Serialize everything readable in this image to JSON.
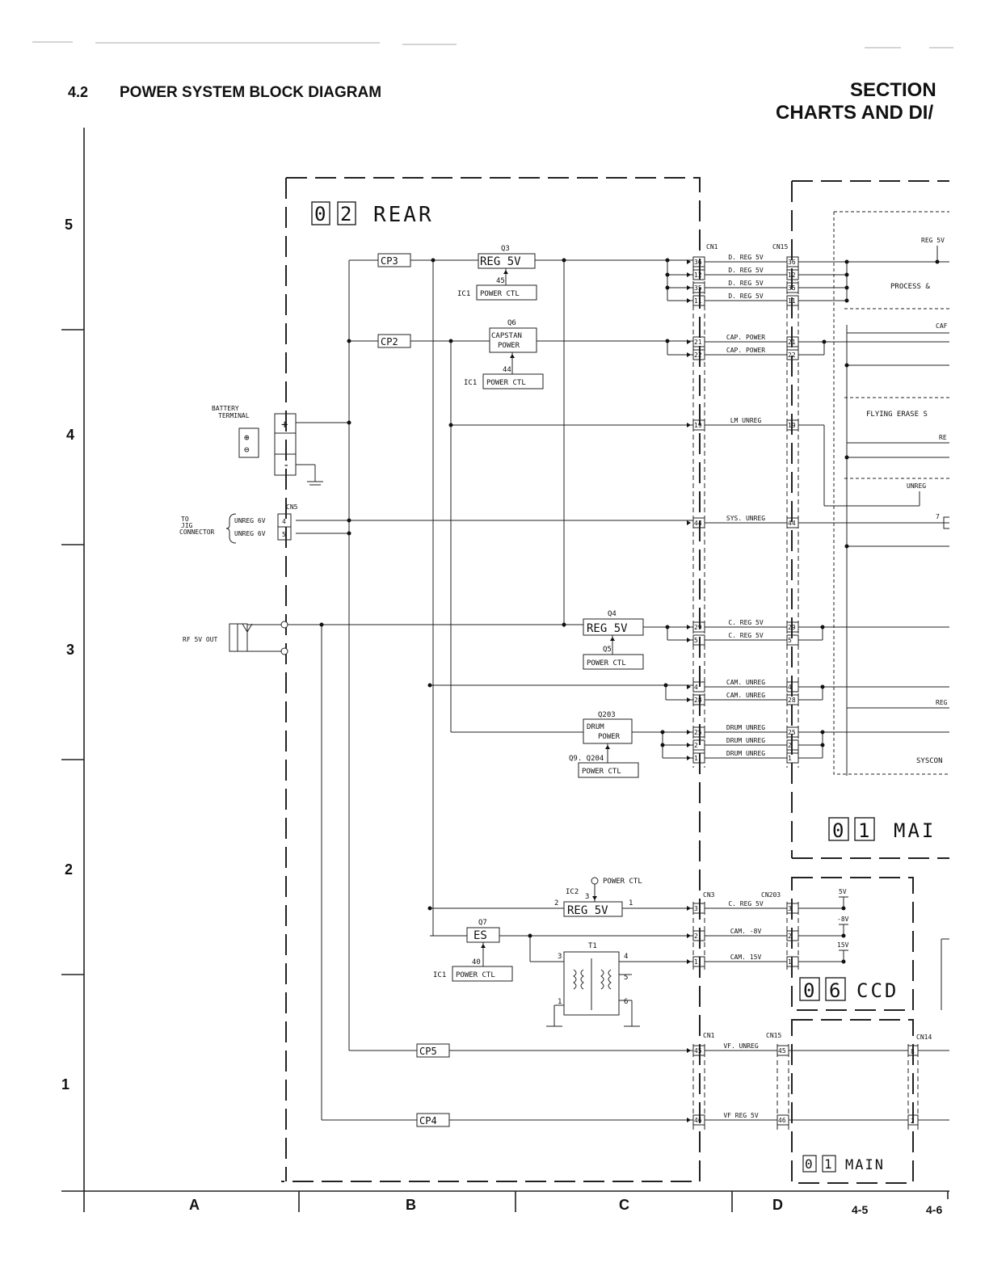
{
  "header": {
    "section_number": "4.2",
    "section_title": "POWER SYSTEM BLOCK DIAGRAM",
    "right_line1": "SECTION",
    "right_line2": "CHARTS AND DI/"
  },
  "row_labels": [
    "5",
    "4",
    "3",
    "2",
    "1"
  ],
  "col_labels": [
    "A",
    "B",
    "C",
    "D"
  ],
  "page_numbers": [
    "4-5",
    "4-6"
  ],
  "boards": {
    "rear": {
      "num1": "0",
      "num2": "2",
      "name": "REAR"
    },
    "main_top": {
      "num1": "0",
      "num2": "1",
      "name": "MAI"
    },
    "ccd": {
      "num1": "0",
      "num2": "6",
      "name": "CCD"
    },
    "main_bottom": {
      "num1": "0",
      "num2": "1",
      "name": "MAIN"
    }
  },
  "components": {
    "cp3": "CP3",
    "cp2": "CP2",
    "cp5": "CP5",
    "cp4": "CP4",
    "q3": "Q3",
    "reg5v_q3": "REG 5V",
    "pin45": "45",
    "ic1_a": "IC1",
    "power_ctl_a": "POWER CTL",
    "q6": "Q6",
    "capstan_1": "CAPSTAN",
    "capstan_2": "POWER",
    "pin44": "44",
    "ic1_b": "IC1",
    "power_ctl_b": "POWER CTL",
    "q4": "Q4",
    "reg5v_q4": "REG 5V",
    "q5": "Q5",
    "power_ctl_c": "POWER CTL",
    "q203": "Q203",
    "drum_1": "DRUM",
    "drum_2": "POWER",
    "q9q204": "Q9. Q204",
    "power_ctl_d": "POWER CTL",
    "power_ctl_label": "POWER CTL",
    "ic2": "IC2",
    "ic2_pin3": "3",
    "ic2_pin2": "2",
    "ic2_pin1": "1",
    "reg5v_ic2": "REG 5V",
    "q7": "Q7",
    "es": "ES",
    "pin40": "40",
    "ic1_c": "IC1",
    "power_ctl_e": "POWER CTL",
    "t1": "T1",
    "t1_p3": "3",
    "t1_p4": "4",
    "t1_p5": "5",
    "t1_p6": "6",
    "t1_p1": "1"
  },
  "left_labels": {
    "battery_1": "BATTERY",
    "battery_2": "TERMINAL",
    "plus": "+",
    "minus": "-",
    "cn5": "CN5",
    "to": "TO",
    "jig": "JIG",
    "connector": "CONNECTOR",
    "unreg6v_a": "UNREG 6V",
    "unreg6v_b": "UNREG 6V",
    "pin4": "4",
    "pin5": "5",
    "rf_out": "RF 5V OUT"
  },
  "connectors": {
    "cn1": "CN1",
    "cn15": "CN15",
    "cn3": "CN3",
    "cn203": "CN203",
    "cn1_b": "CN1",
    "cn15_b": "CN15",
    "cn14": "CN14"
  },
  "signals": [
    {
      "pin_l": "36",
      "pin_r": "36",
      "label": "D. REG 5V"
    },
    {
      "pin_l": "12",
      "pin_r": "12",
      "label": "D. REG 5V"
    },
    {
      "pin_l": "35",
      "pin_r": "35",
      "label": "D. REG 5V"
    },
    {
      "pin_l": "11",
      "pin_r": "11",
      "label": "D. REG 5V"
    },
    {
      "pin_l": "21",
      "pin_r": "21",
      "label": "CAP. POWER"
    },
    {
      "pin_l": "22",
      "pin_r": "22",
      "label": "CAP. POWER"
    },
    {
      "pin_l": "19",
      "pin_r": "19",
      "label": "LM UNREG"
    },
    {
      "pin_l": "44",
      "pin_r": "44",
      "label": "SYS. UNREG"
    },
    {
      "pin_l": "29",
      "pin_r": "29",
      "label": "C. REG 5V"
    },
    {
      "pin_l": "5",
      "pin_r": "5",
      "label": "C. REG 5V"
    },
    {
      "pin_l": "4",
      "pin_r": "4",
      "label": "CAM. UNREG"
    },
    {
      "pin_l": "28",
      "pin_r": "28",
      "label": "CAM. UNREG"
    },
    {
      "pin_l": "25",
      "pin_r": "25",
      "label": "DRUM UNREG"
    },
    {
      "pin_l": "2",
      "pin_r": "2",
      "label": "DRUM UNREG"
    },
    {
      "pin_l": "1",
      "pin_r": "1",
      "label": "DRUM UNREG"
    },
    {
      "pin_l": "3",
      "pin_r": "3",
      "label": "C. REG 5V"
    },
    {
      "pin_l": "2",
      "pin_r": "2",
      "label": "CAM. -8V"
    },
    {
      "pin_l": "1",
      "pin_r": "1",
      "label": "CAM. 15V"
    },
    {
      "pin_l": "45",
      "pin_r": "45",
      "label": "VF. UNREG"
    },
    {
      "pin_l": "46",
      "pin_r": "46",
      "label": "VF REG 5V"
    }
  ],
  "right_side": {
    "reg5v": "REG 5V",
    "process": "PROCESS &",
    "cap": "CAF",
    "flying_erase": "FLYING ERASE S",
    "re": "RE",
    "unreg": "UNREG",
    "pin7": "7",
    "reg": "REG",
    "syscon": "SYSCON",
    "ccd_5v": "5V",
    "ccd_m8v": "-8V",
    "ccd_15v": "15V",
    "cn14_8": "8",
    "cn14_2": "2"
  }
}
